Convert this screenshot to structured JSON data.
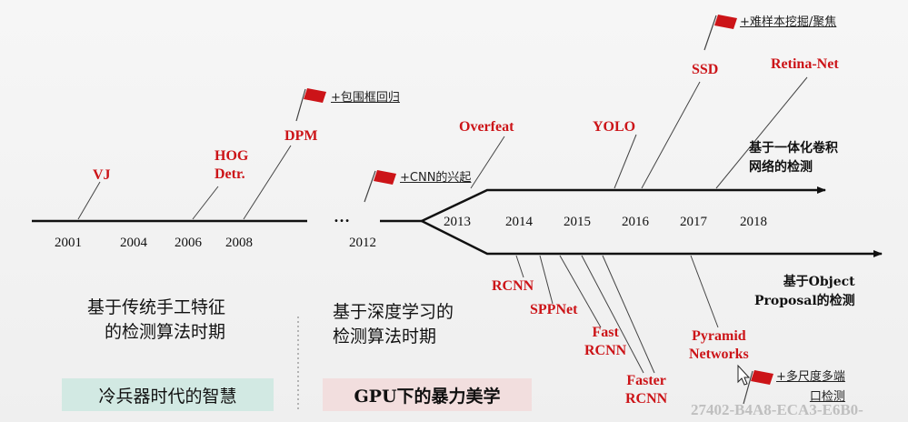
{
  "timeline": {
    "years_left": [
      "2001",
      "2004",
      "2006",
      "2008"
    ],
    "ellipsis": "…",
    "year_2012": "2012",
    "years_right": [
      "2013",
      "2014",
      "2015",
      "2016",
      "2017",
      "2018"
    ]
  },
  "methods_top": {
    "vj": "VJ",
    "hog": [
      "HOG",
      "Detr."
    ],
    "dpm": "DPM",
    "overfeat": "Overfeat",
    "yolo": "YOLO",
    "ssd": "SSD",
    "retinanet": "Retina-Net"
  },
  "methods_bottom": {
    "rcnn": "RCNN",
    "sppnet": "SPPNet",
    "fast_rcnn": [
      "Fast",
      "RCNN"
    ],
    "faster_rcnn": [
      "Faster",
      "RCNN"
    ],
    "pyramid": [
      "Pyramid",
      "Networks"
    ]
  },
  "flag_notes": {
    "dpm": "+包围框回归",
    "cnn": "+CNN的兴起",
    "ssd": "+难样本挖掘/聚焦",
    "pyramid": [
      "+多尺度多端",
      "口检测"
    ]
  },
  "branch_labels": {
    "upper": [
      "基于一体化卷积",
      "网络的检测"
    ],
    "lower": [
      "基于Object",
      "Proposal的检测"
    ]
  },
  "eras": {
    "traditional": [
      "基于传统手工特征",
      "的检测算法时期"
    ],
    "deep": [
      "基于深度学习的",
      "检测算法时期"
    ]
  },
  "tags": {
    "traditional": "冷兵器时代的智慧",
    "deep": "GPU下的暴力美学"
  },
  "colors": {
    "method_red": "#cc1418",
    "tag_traditional_bg": "#d2e9e3",
    "tag_deep_bg": "#f2dede"
  },
  "watermark": "27402-B4A8-ECA3-E6B0-"
}
